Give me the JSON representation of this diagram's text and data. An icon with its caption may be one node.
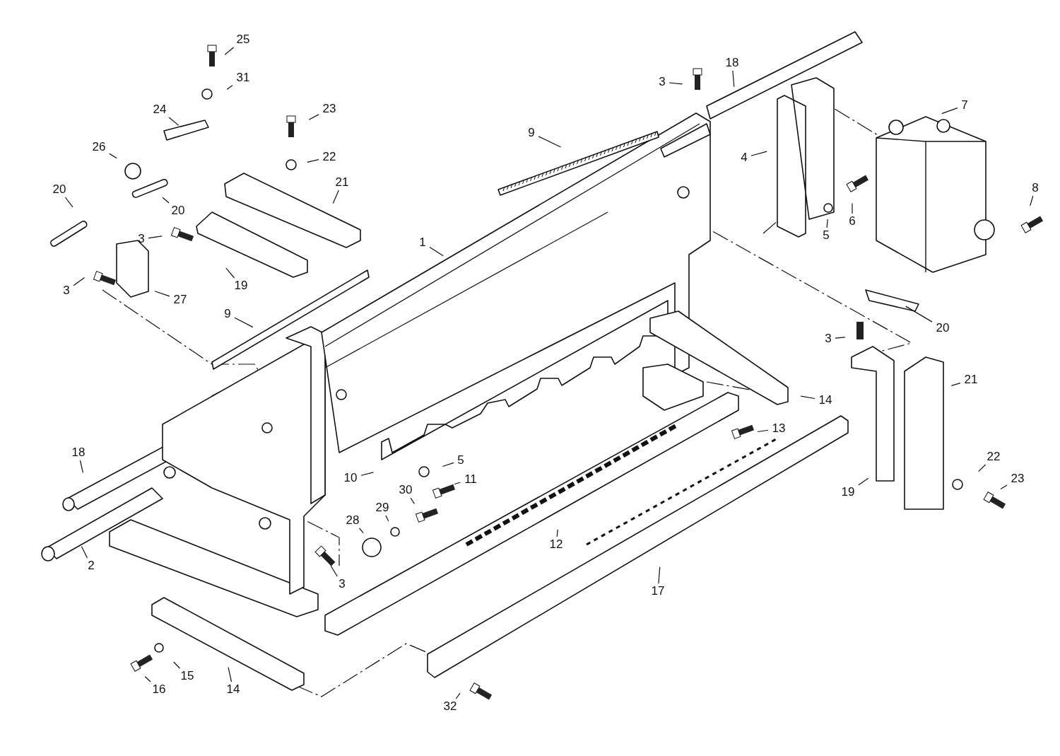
{
  "diagram": {
    "nodes": [
      {
        "text": [
          "25"
        ]
      },
      {
        "text": [
          "31"
        ]
      },
      {
        "text": [
          "24"
        ]
      },
      {
        "text": [
          "23"
        ]
      },
      {
        "text": [
          "26"
        ]
      },
      {
        "text": [
          "22"
        ]
      },
      {
        "text": [
          "20"
        ]
      },
      {
        "text": [
          "20"
        ]
      },
      {
        "text": [
          "21"
        ]
      },
      {
        "text": [
          "3"
        ]
      },
      {
        "text": [
          "3"
        ]
      },
      {
        "text": [
          "19"
        ]
      },
      {
        "text": [
          "27"
        ]
      },
      {
        "text": [
          "9"
        ]
      },
      {
        "text": [
          "1"
        ]
      },
      {
        "text": [
          "9"
        ]
      },
      {
        "text": [
          "3"
        ]
      },
      {
        "text": [
          "18"
        ]
      },
      {
        "text": [
          "4"
        ]
      },
      {
        "text": [
          "7"
        ]
      },
      {
        "text": [
          "8"
        ]
      },
      {
        "text": [
          "5"
        ]
      },
      {
        "text": [
          "6"
        ]
      },
      {
        "text": [
          "20"
        ]
      },
      {
        "text": [
          "3"
        ]
      },
      {
        "text": [
          "14"
        ]
      },
      {
        "text": [
          "21"
        ]
      },
      {
        "text": [
          "13"
        ]
      },
      {
        "text": [
          "22"
        ]
      },
      {
        "text": [
          "23"
        ]
      },
      {
        "text": [
          "19"
        ]
      },
      {
        "text": [
          "5"
        ]
      },
      {
        "text": [
          "10"
        ]
      },
      {
        "text": [
          "11"
        ]
      },
      {
        "text": [
          "18"
        ]
      },
      {
        "text": [
          "2"
        ]
      },
      {
        "text": [
          "28"
        ]
      },
      {
        "text": [
          "29"
        ]
      },
      {
        "text": [
          "30"
        ]
      },
      {
        "text": [
          "12"
        ]
      },
      {
        "text": [
          "3"
        ]
      },
      {
        "text": [
          "17"
        ]
      },
      {
        "text": [
          "15"
        ]
      },
      {
        "text": [
          "16"
        ]
      },
      {
        "text": [
          "14"
        ]
      },
      {
        "text": [
          "32"
        ]
      }
    ],
    "edges": [
      {
        "from": 0,
        "to": null,
        "arrow": "none"
      },
      {
        "from": 1,
        "to": null,
        "arrow": "none"
      },
      {
        "from": 2,
        "to": null,
        "arrow": "none"
      },
      {
        "from": 3,
        "to": null,
        "arrow": "none"
      },
      {
        "from": 4,
        "to": null,
        "arrow": "none"
      },
      {
        "from": 5,
        "to": null,
        "arrow": "none"
      },
      {
        "from": 6,
        "to": null,
        "arrow": "none"
      },
      {
        "from": 7,
        "to": null,
        "arrow": "none"
      },
      {
        "from": 8,
        "to": null,
        "arrow": "none"
      },
      {
        "from": 9,
        "to": null,
        "arrow": "none"
      },
      {
        "from": 10,
        "to": null,
        "arrow": "none"
      },
      {
        "from": 11,
        "to": null,
        "arrow": "none"
      },
      {
        "from": 12,
        "to": null,
        "arrow": "none"
      },
      {
        "from": 13,
        "to": null,
        "arrow": "none"
      },
      {
        "from": 14,
        "to": null,
        "arrow": "none"
      },
      {
        "from": 15,
        "to": null,
        "arrow": "none"
      },
      {
        "from": 16,
        "to": null,
        "arrow": "none"
      },
      {
        "from": 17,
        "to": null,
        "arrow": "none"
      },
      {
        "from": 18,
        "to": null,
        "arrow": "none"
      },
      {
        "from": 19,
        "to": null,
        "arrow": "none"
      },
      {
        "from": 20,
        "to": null,
        "arrow": "none"
      },
      {
        "from": 21,
        "to": null,
        "arrow": "none"
      },
      {
        "from": 22,
        "to": null,
        "arrow": "none"
      },
      {
        "from": 23,
        "to": null,
        "arrow": "none"
      },
      {
        "from": 24,
        "to": null,
        "arrow": "none"
      },
      {
        "from": 25,
        "to": null,
        "arrow": "none"
      },
      {
        "from": 26,
        "to": null,
        "arrow": "none"
      },
      {
        "from": 27,
        "to": null,
        "arrow": "none"
      },
      {
        "from": 28,
        "to": null,
        "arrow": "none"
      },
      {
        "from": 29,
        "to": null,
        "arrow": "none"
      },
      {
        "from": 30,
        "to": null,
        "arrow": "none"
      },
      {
        "from": 31,
        "to": null,
        "arrow": "none"
      },
      {
        "from": 32,
        "to": null,
        "arrow": "none"
      },
      {
        "from": 33,
        "to": null,
        "arrow": "none"
      },
      {
        "from": 34,
        "to": null,
        "arrow": "none"
      },
      {
        "from": 35,
        "to": null,
        "arrow": "none"
      },
      {
        "from": 36,
        "to": null,
        "arrow": "none"
      },
      {
        "from": 37,
        "to": null,
        "arrow": "none"
      },
      {
        "from": 38,
        "to": null,
        "arrow": "none"
      },
      {
        "from": 39,
        "to": null,
        "arrow": "none"
      },
      {
        "from": 40,
        "to": null,
        "arrow": "none"
      },
      {
        "from": 41,
        "to": null,
        "arrow": "none"
      },
      {
        "from": 42,
        "to": null,
        "arrow": "none"
      },
      {
        "from": 43,
        "to": null,
        "arrow": "none"
      },
      {
        "from": 44,
        "to": null,
        "arrow": "none"
      },
      {
        "from": 45,
        "to": null,
        "arrow": "none"
      }
    ]
  }
}
